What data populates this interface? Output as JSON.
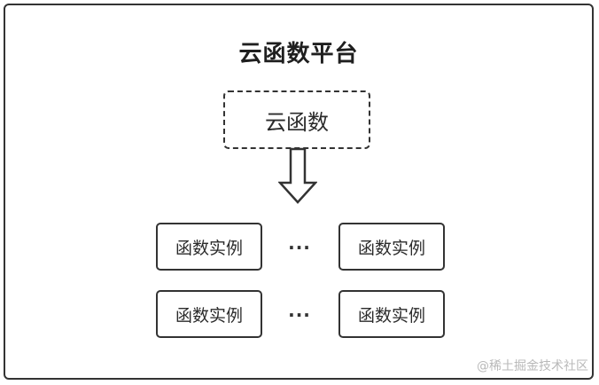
{
  "platform": {
    "title": "云函数平台"
  },
  "function": {
    "label": "云函数"
  },
  "instances": {
    "row1_left": "函数实例",
    "row1_right": "函数实例",
    "row2_left": "函数实例",
    "row2_right": "函数实例",
    "ellipsis": "···"
  },
  "watermark": {
    "text": "@稀土掘金技术社区"
  },
  "colors": {
    "stroke": "#333333",
    "background": "#ffffff",
    "watermark": "#b9b9b9"
  }
}
